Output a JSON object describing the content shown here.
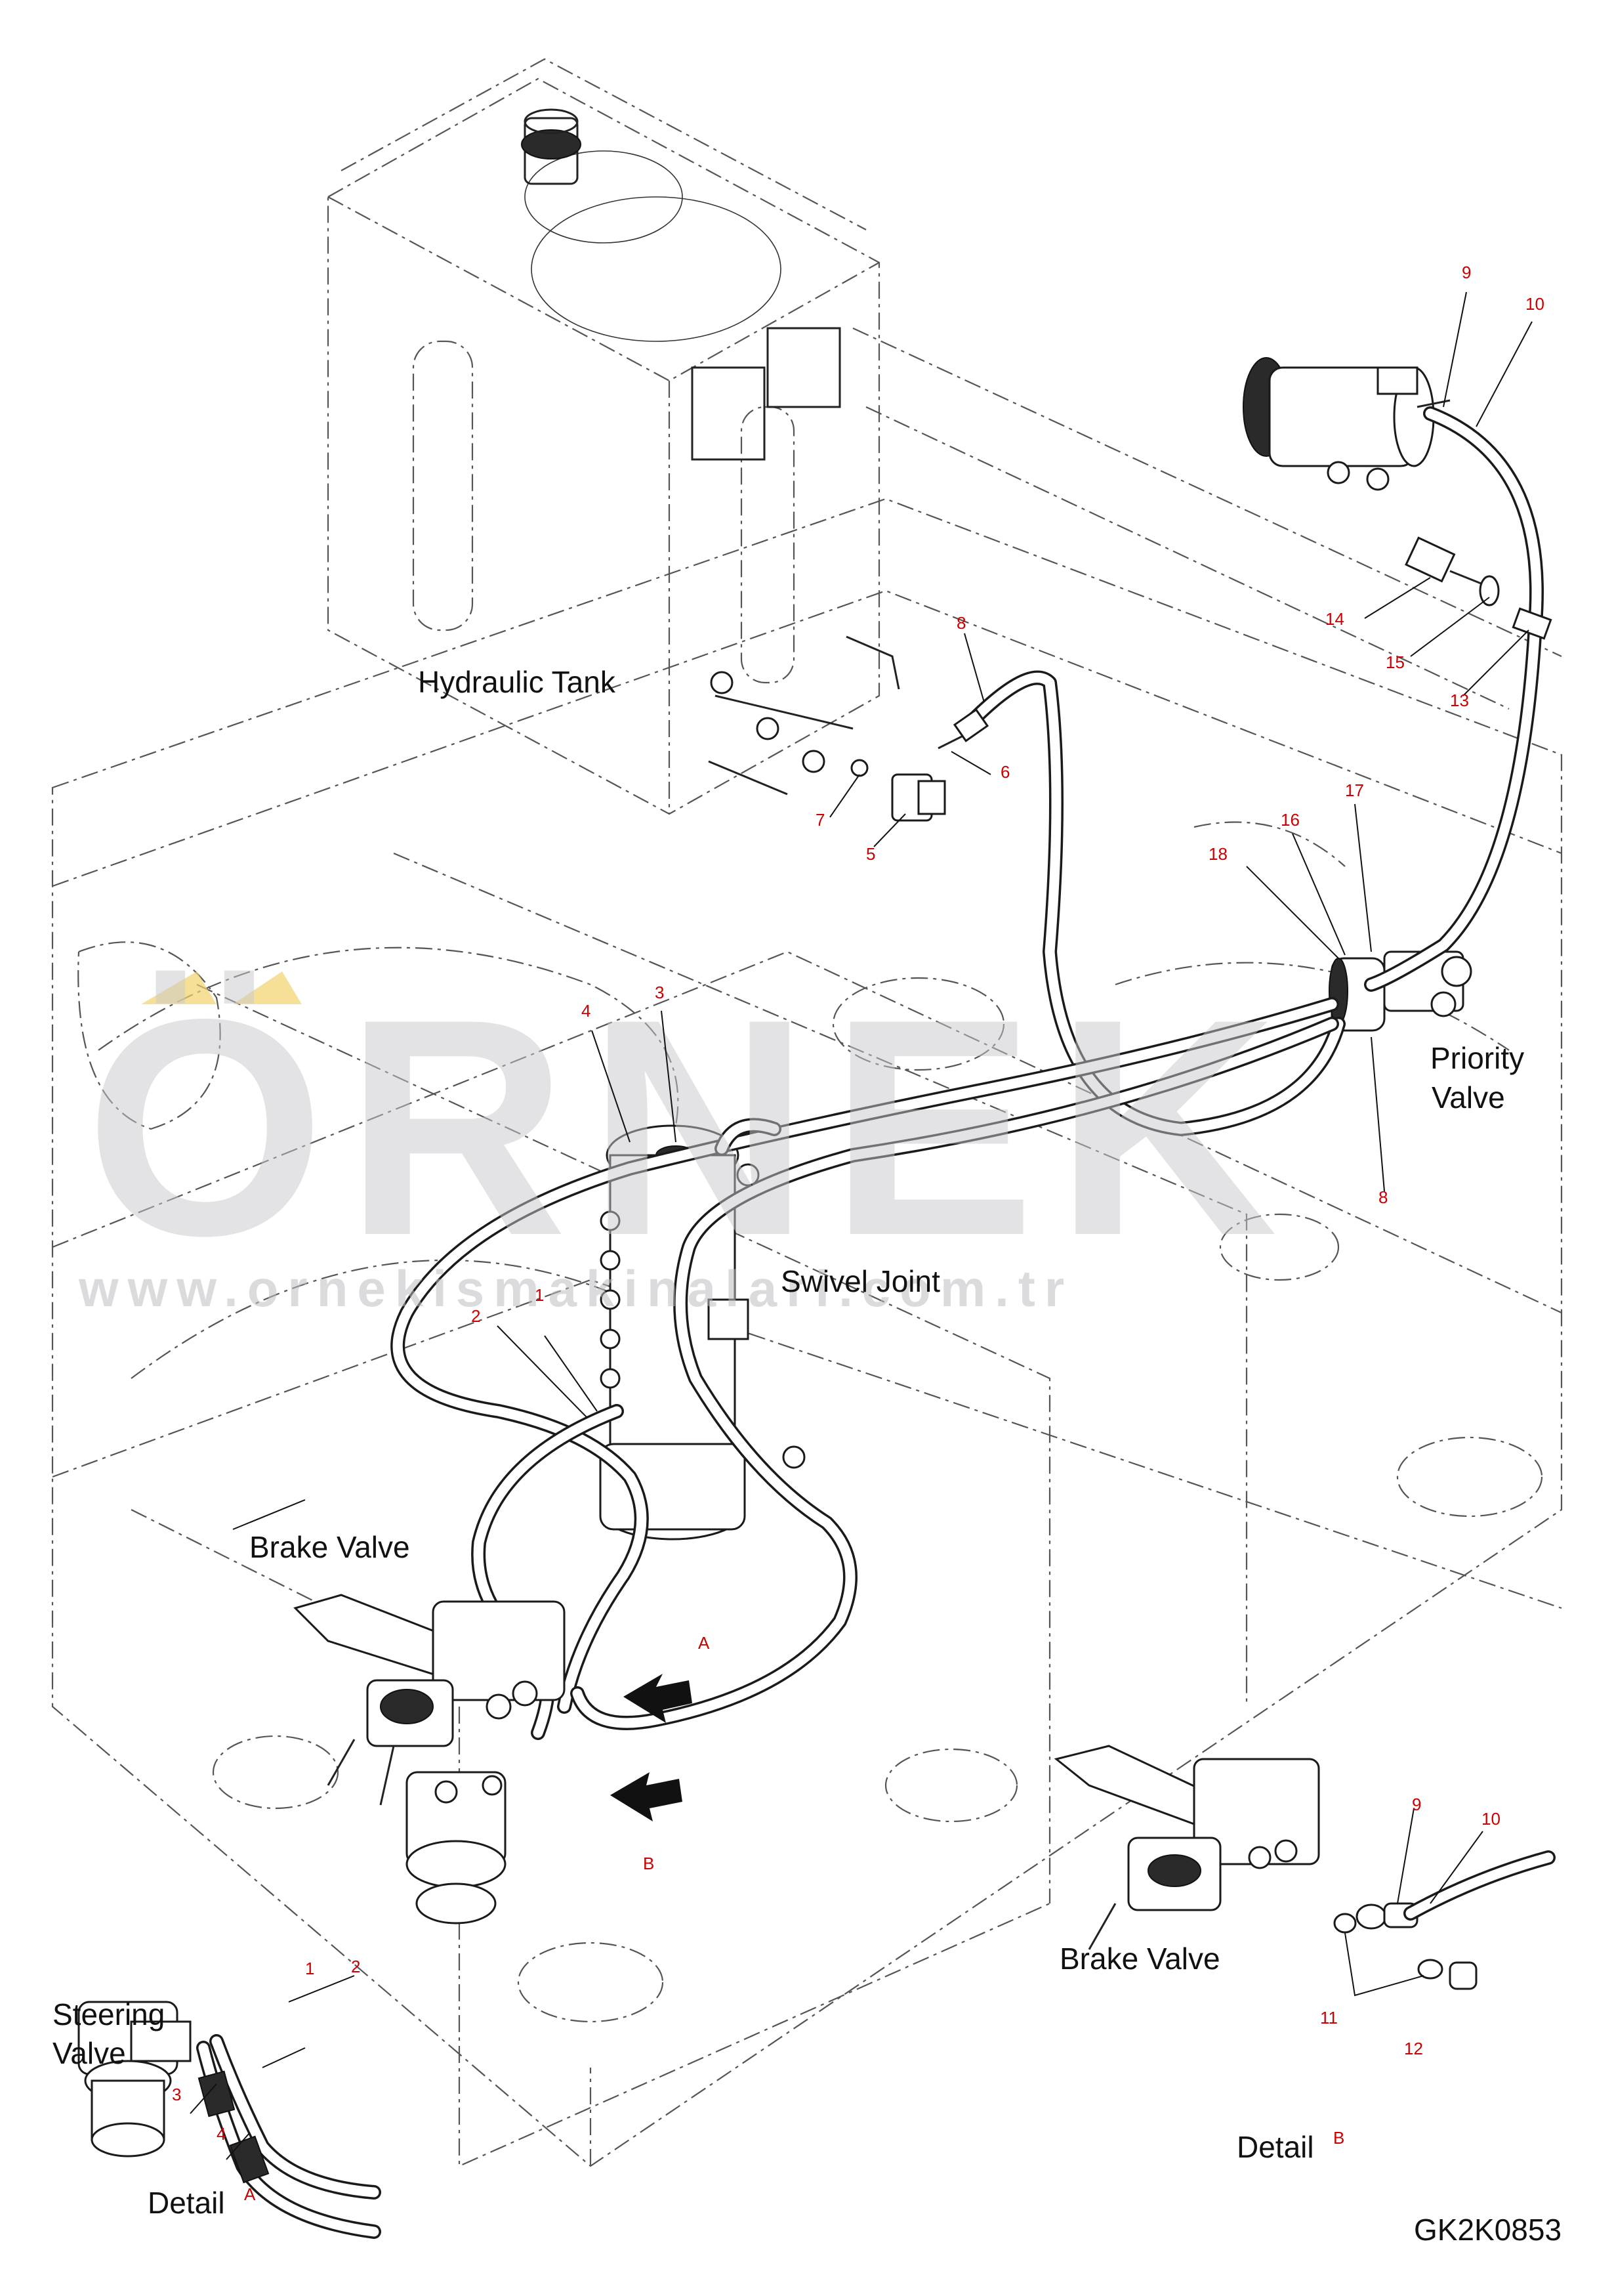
{
  "labels": {
    "hydraulic_tank": "Hydraulic Tank",
    "swivel_joint": "Swivel Joint",
    "priority_valve_line1": "Priority",
    "priority_valve_line2": "Valve",
    "brake_valve_main": "Brake Valve",
    "brake_valve_detail": "Brake Valve",
    "steering_valve_line1": "Steering",
    "steering_valve_line2": "Valve",
    "detail_a": "Detail",
    "detail_a_mark": "A",
    "detail_b": "Detail",
    "detail_b_mark": "B",
    "view_a_mark": "A",
    "view_b_mark": "B",
    "drawing_code": "GK2K0853"
  },
  "watermark": {
    "big": "ÖRNEK",
    "url": "www.ornekismakinalari.com.tr"
  },
  "callouts": {
    "c1": "1",
    "c2": "2",
    "c3": "3",
    "c4": "4",
    "c5": "5",
    "c6": "6",
    "c7": "7",
    "c8a": "8",
    "c8b": "8",
    "c9": "9",
    "c10": "10",
    "c13": "13",
    "c14": "14",
    "c15": "15",
    "c16": "16",
    "c17": "17",
    "c18": "18",
    "d1": "1",
    "d2": "2",
    "d3": "3",
    "d4": "4",
    "e9": "9",
    "e10": "10",
    "e11": "11",
    "e12": "12"
  },
  "colors": {
    "callout": "#cc0000",
    "line": "#1a1a1a",
    "watermark": "#c8c8cc",
    "watermark_accent": "#f2d36b"
  }
}
